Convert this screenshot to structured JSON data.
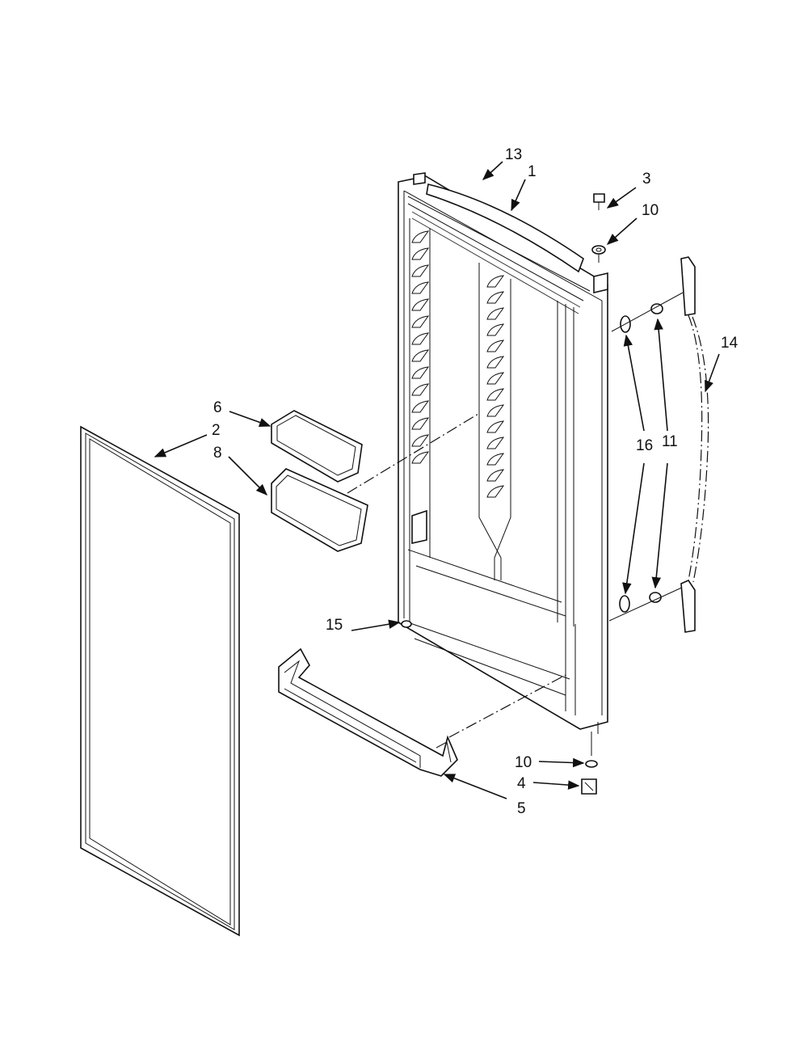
{
  "callouts": {
    "c1": "1",
    "c2": "2",
    "c3": "3",
    "c4": "4",
    "c5": "5",
    "c6": "6",
    "c8": "8",
    "c10a": "10",
    "c10b": "10",
    "c11": "11",
    "c13": "13",
    "c14": "14",
    "c15": "15",
    "c16": "16"
  }
}
